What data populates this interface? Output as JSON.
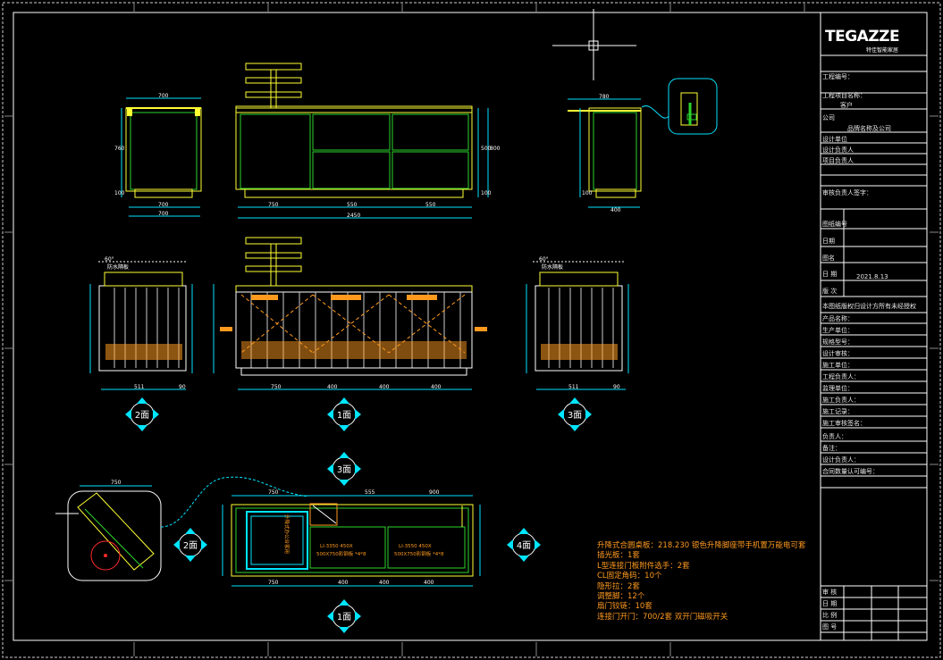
{
  "drawing": {
    "view_labels": {
      "front": "1面",
      "left": "2面",
      "right": "3面",
      "plan_top": "3面",
      "plan_left": "2面",
      "plan_right": "4面",
      "plan_bottom": "1面"
    },
    "top_dims": {
      "left_width": "700",
      "left_base_a": "700",
      "left_base_b": "700",
      "left_h1": "760",
      "left_h2": "100",
      "mid_a": "750",
      "mid_b": "550",
      "mid_c": "550",
      "mid_total": "2450",
      "mid_h1": "500",
      "mid_h2": "800",
      "mid_h3": "100",
      "right_width": "780",
      "right_base": "400",
      "right_h": "100"
    },
    "mid_dims": {
      "left_w1": "511",
      "left_w2": "90",
      "mid_a": "750",
      "mid_b": "400",
      "mid_c": "400",
      "mid_d": "400",
      "right_w1": "511",
      "right_w2": "90",
      "angle_l": "60°",
      "angle_r": "60°",
      "note_l": "防水隔板",
      "note_r": "防水隔板"
    },
    "plan": {
      "dim_a": "555",
      "dim_b": "750",
      "dim_c": "900",
      "dim_d": "750",
      "dim_e": "400",
      "dim_f": "400",
      "dim_g": "400",
      "detail_dim": "750",
      "panel_text": "升降式办公台家用",
      "box1_a": "LI-3350 450X",
      "box1_b": "500X750彩钢板 *4*8",
      "box2_a": "LI-3550 450X",
      "box2_b": "500X750彩钢板 *4*8"
    },
    "notes": [
      "升降式合圆桌板：218.230 银色升降脚座带手机置万能电可套",
      "插光板：1套",
      "L型连接门板附件选手：2套",
      "CL固定角码：10个",
      "隐形拉：2套",
      "调整脚：12个",
      "扇门铰链：10套",
      "连接门开门：700/2套    双开门磁吸开关"
    ]
  },
  "title_block": {
    "brand": "TEGAZZE",
    "brand_sub": "特佳智能家居",
    "rows": [
      "工程编号：",
      "工程项目名称：",
      "客户",
      "公司",
      "品牌名称及公司",
      "设计单位",
      "设计负责人",
      "项目负责人",
      "审核负责人签字：",
      "图纸编号",
      "日期",
      "图名",
      "日 期",
      "2021.8.13",
      "版 次",
      "本图纸版权归设计方所有未经授权",
      "产品名称：",
      "生产单位：",
      "规格型号：",
      "设计审核：",
      "施工单位：",
      "工程负责人：",
      "监理单位：",
      "施工负责人：",
      "施工记录：",
      "施工审核签名：",
      "负责人：",
      "备注：",
      "设计负责人：",
      "合同数量认可编号：",
      "审 核",
      "日 期",
      "比 例",
      "图 号"
    ]
  },
  "colors": {
    "frame": "#ffffff",
    "cyan": "#00e5ff",
    "yellow": "#ffff33",
    "green": "#2bd42b",
    "orange": "#ff9a1f",
    "red": "#ff2a2a",
    "gray": "#b0b0b0"
  }
}
